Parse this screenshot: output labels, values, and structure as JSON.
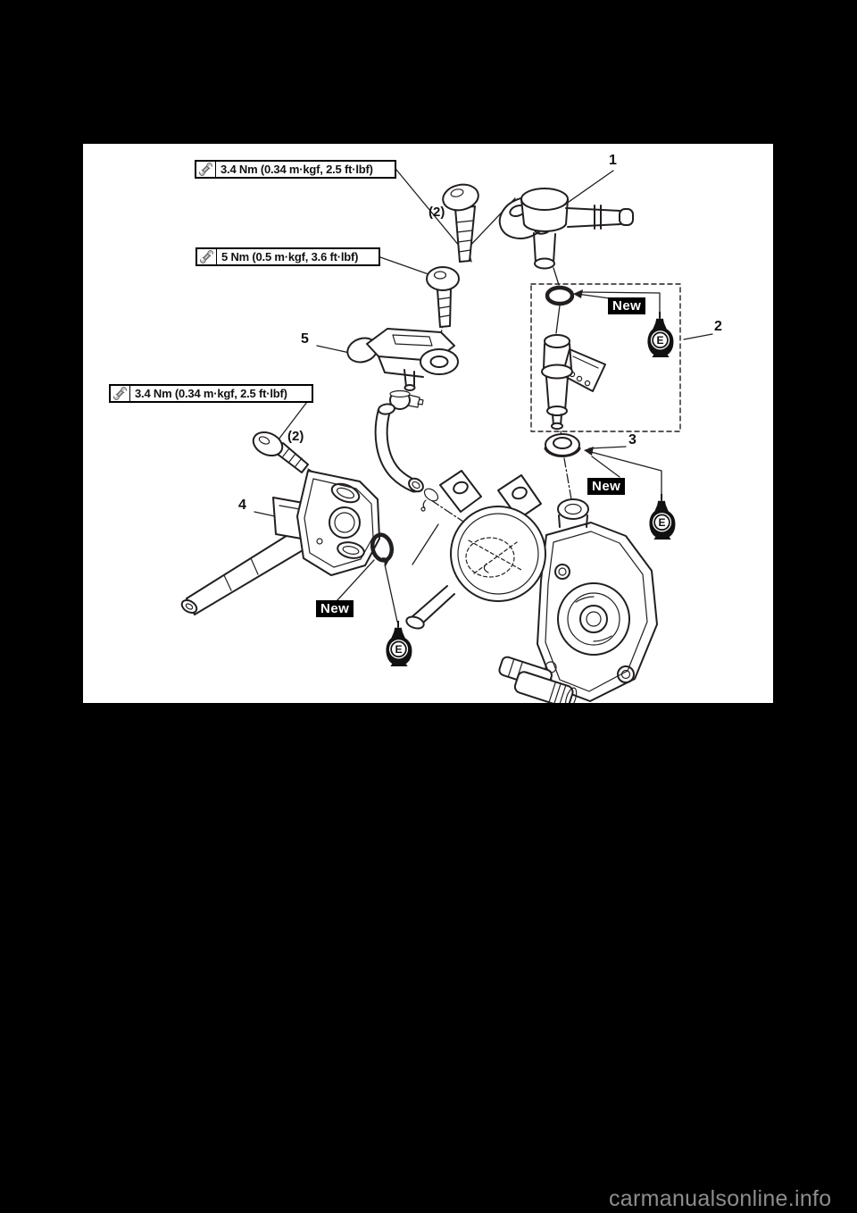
{
  "window": {
    "watermark": "carmanualsonline.info"
  },
  "figure": {
    "torque_specs": [
      {
        "value": "3.4 Nm (0.34 m·kgf, 2.5 ft·lbf)",
        "qty_note": "(2)"
      },
      {
        "value": "5 Nm (0.5 m·kgf, 3.6 ft·lbf)",
        "qty_note": ""
      },
      {
        "value": "3.4 Nm (0.34 m·kgf, 2.5 ft·lbf)",
        "qty_note": "(2)"
      }
    ],
    "callouts": [
      "1",
      "2",
      "3",
      "4",
      "5"
    ],
    "tags": {
      "new": "New",
      "engine_oil": "E"
    },
    "icons": {
      "torque": "wrench-icon",
      "oil": "oil-bottle-icon"
    },
    "colors": {
      "canvas": "#000000",
      "figure_bg": "#ffffff",
      "ink": "#231f20",
      "tag_bg": "#000000",
      "tag_fg": "#ffffff",
      "watermark": "#8d8d8d"
    }
  }
}
